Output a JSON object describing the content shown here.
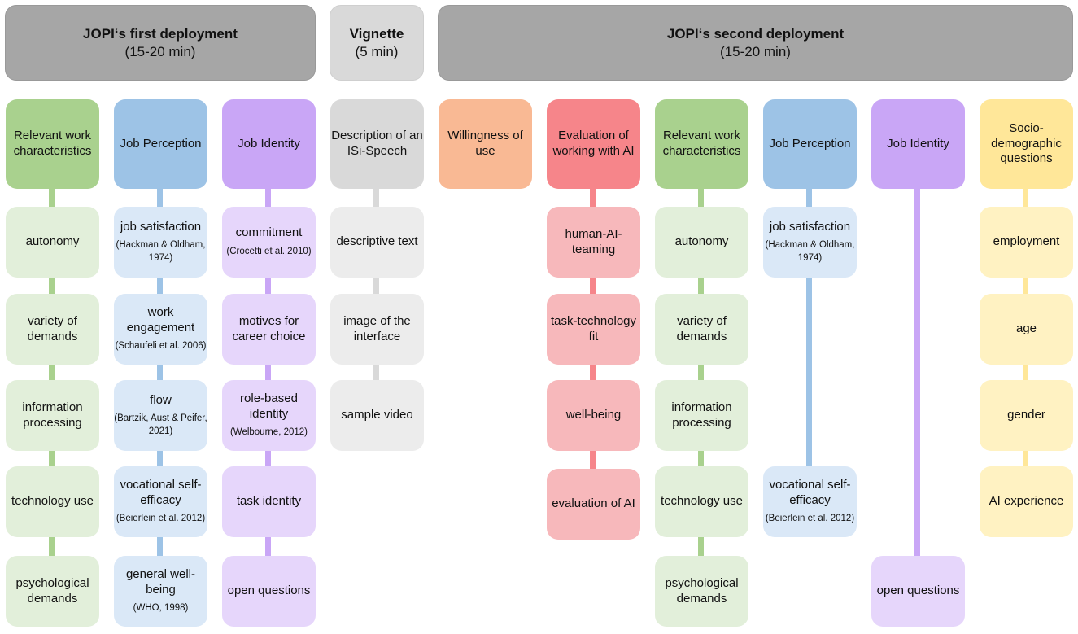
{
  "headers": {
    "first": {
      "title": "JOPI‘s first deployment",
      "duration": "(15-20 min)"
    },
    "vignette": {
      "title": "Vignette",
      "duration": "(5 min)"
    },
    "second": {
      "title": "JOPI‘s second deployment",
      "duration": "(15-20 min)"
    }
  },
  "columns": {
    "work1": {
      "title": "Relevant work characteristics",
      "items": [
        "autonomy",
        "variety of demands",
        "information processing",
        "technology use",
        "psychological demands"
      ]
    },
    "perception1": {
      "title": "Job Perception",
      "items": [
        {
          "label": "job satisfaction",
          "cite": "(Hackman & Oldham, 1974)"
        },
        {
          "label": "work engagement",
          "cite": "(Schaufeli et al. 2006)"
        },
        {
          "label": "flow",
          "cite": "(Bartzik, Aust & Peifer, 2021)"
        },
        {
          "label": "vocational self-efficacy",
          "cite": "(Beierlein et al. 2012)"
        },
        {
          "label": "general well-being",
          "cite": "(WHO, 1998)"
        }
      ]
    },
    "identity1": {
      "title": "Job Identity",
      "items": [
        {
          "label": "commitment",
          "cite": "(Crocetti et al. 2010)"
        },
        {
          "label": "motives for career choice",
          "cite": ""
        },
        {
          "label": "role-based identity",
          "cite": "(Welbourne, 2012)"
        },
        {
          "label": "task identity",
          "cite": ""
        },
        {
          "label": "open questions",
          "cite": ""
        }
      ]
    },
    "vignette": {
      "title": "Description of an ISi-Speech",
      "items": [
        "descriptive text",
        "image of the interface",
        "sample video"
      ]
    },
    "willingness": {
      "title": "Willingness of use"
    },
    "evaluation": {
      "title": "Evaluation of working with AI",
      "items": [
        "human-AI-teaming",
        "task-technology fit",
        "well-being",
        "evaluation of AI"
      ]
    },
    "work2": {
      "title": "Relevant work characteristics",
      "items": [
        "autonomy",
        "variety of demands",
        "information processing",
        "technology use",
        "psychological demands"
      ]
    },
    "perception2": {
      "title": "Job Perception",
      "items": [
        {
          "label": "job satisfaction",
          "cite": "(Hackman & Oldham, 1974)"
        },
        {
          "label": "vocational self-efficacy",
          "cite": "(Beierlein et al. 2012)"
        }
      ]
    },
    "identity2": {
      "title": "Job Identity",
      "items": [
        "open questions"
      ]
    },
    "socio": {
      "title": "Socio-demographic questions",
      "items": [
        "employment",
        "age",
        "gender",
        "AI experience"
      ]
    }
  },
  "colors": {
    "green": "#a9d18e",
    "blue": "#9dc3e6",
    "purple": "#c9a6f6",
    "grey": "#d9d9d9",
    "orange": "#f9b994",
    "red": "#f6858a",
    "yellow": "#ffe799",
    "header": "#a6a6a6"
  }
}
